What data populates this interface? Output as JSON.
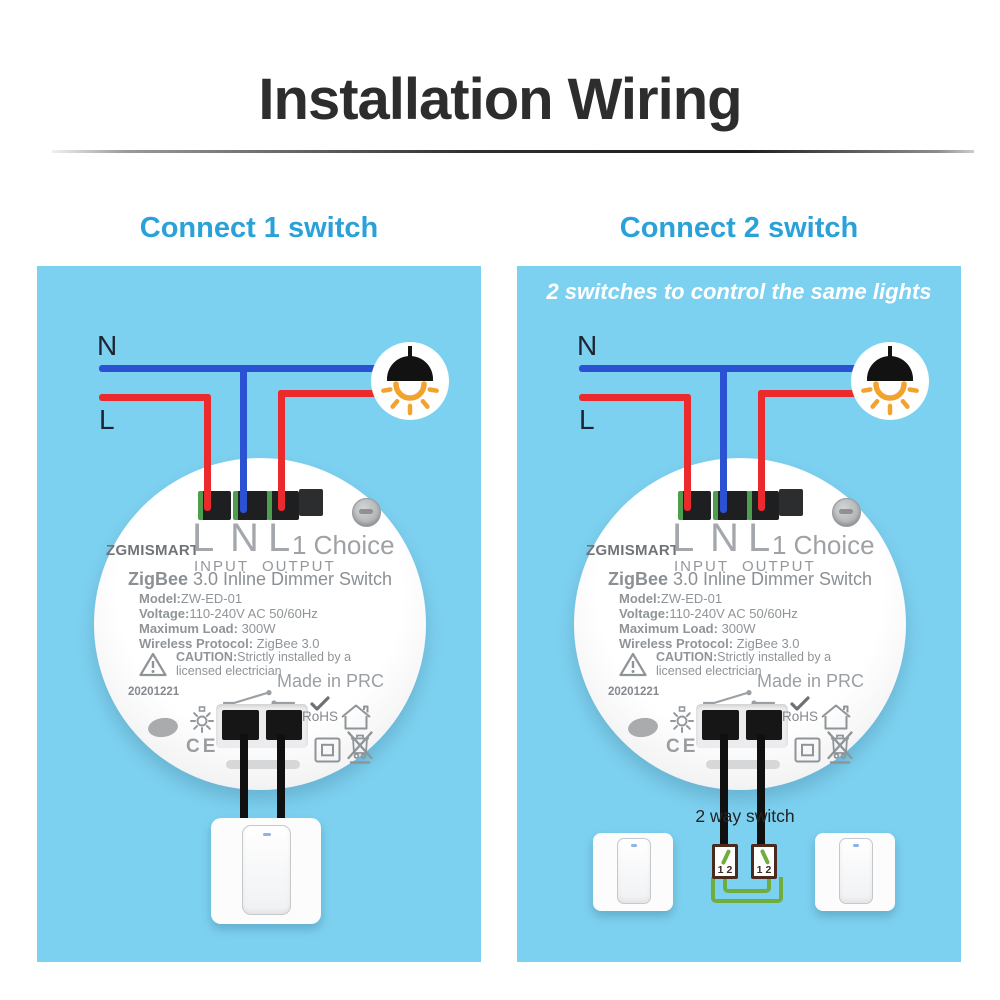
{
  "page": {
    "title": "Installation Wiring"
  },
  "panels": {
    "left": {
      "heading": "Connect 1 switch"
    },
    "right": {
      "heading": "Connect 2 switch",
      "subtitle": "2 switches to control the same lights",
      "two_way": {
        "label": "2 way switch",
        "terminal_1": "1",
        "terminal_2": "2"
      }
    }
  },
  "wires": {
    "neutral_label": "N",
    "live_label": "L"
  },
  "device": {
    "brand": "ZGMISMART",
    "terminal_l_in": "L",
    "terminal_n": "N",
    "terminal_l_out": "L",
    "choice": "1 Choice",
    "input_label": "INPUT",
    "output_label": "OUTPUT",
    "product_prefix": "ZigBee",
    "product_suffix": " 3.0 Inline Dimmer Switch",
    "model_label": "Model:",
    "model_value": "ZW-ED-01",
    "voltage_label": "Voltage:",
    "voltage_value": "110-240V AC 50/60Hz",
    "load_label": "Maximum Load: ",
    "load_value": "300W",
    "protocol_label": "Wireless Protocol: ",
    "protocol_value": "ZigBee 3.0",
    "caution_label": "CAUTION:",
    "caution_text": "Strictly installed by a licensed electrician",
    "made_in": "Made in PRC",
    "date_code": "20201221",
    "ce_mark": "CE",
    "rohs": "RoHS"
  },
  "colors": {
    "panel_bg": "#7dd1f0",
    "heading_blue": "#2ba1d9",
    "wire_blue": "#2b52d3",
    "wire_red": "#ea2a2d",
    "wire_green": "#6fae3e",
    "switch_box_border": "#4c2a1d",
    "bulb_glow": "#f2a22e",
    "title_text": "#2d2d2d"
  }
}
